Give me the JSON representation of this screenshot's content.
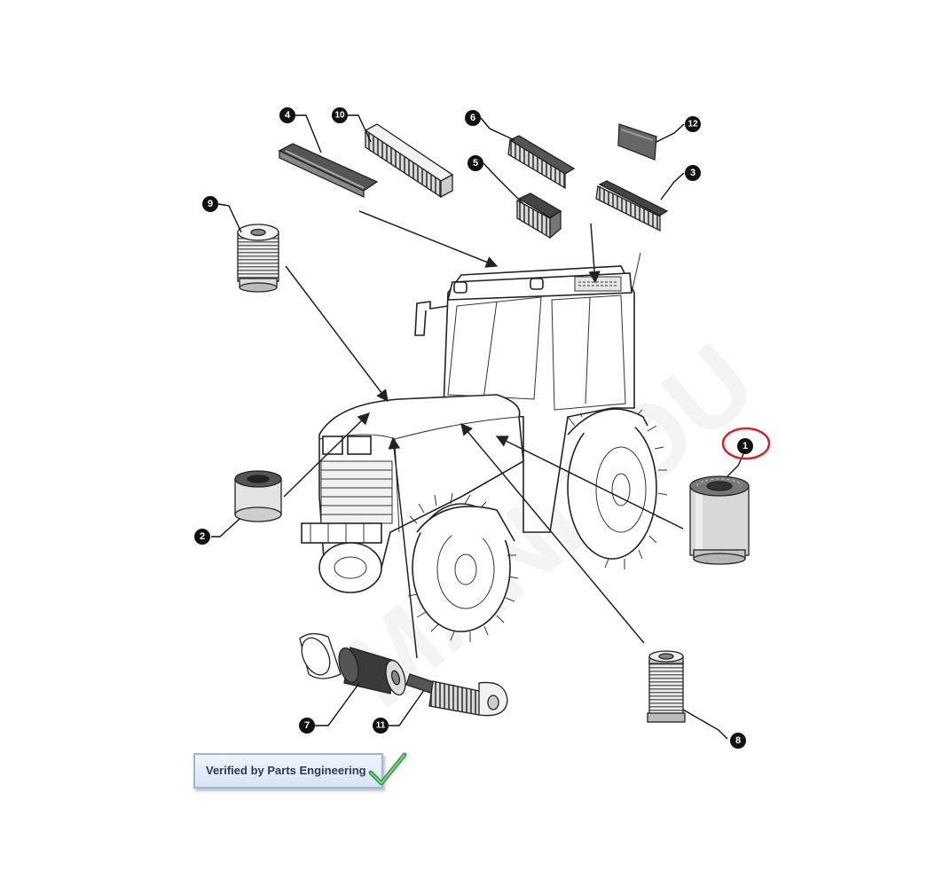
{
  "callouts": {
    "c1": "1",
    "c2": "2",
    "c3": "3",
    "c4": "4",
    "c5": "5",
    "c6": "6",
    "c7": "7",
    "c8": "8",
    "c9": "9",
    "c10": "10",
    "c11": "11",
    "c12": "12"
  },
  "highlighted_callout": "1",
  "highlight_color": "#d0262a",
  "badge": {
    "label": "Verified by Parts Engineering",
    "icon": "check-icon",
    "check_color": "#3aa142"
  }
}
